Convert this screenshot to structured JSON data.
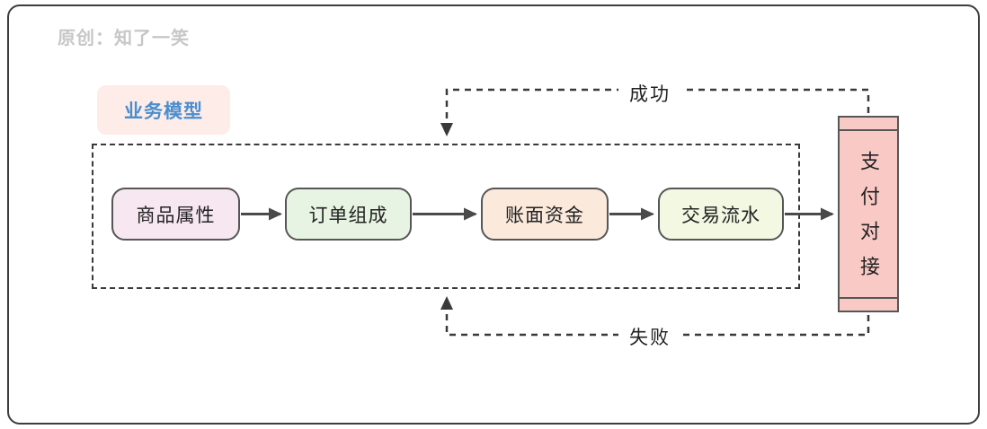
{
  "header": {
    "credit": "原创：知了一笑"
  },
  "badge": {
    "label": "业务模型",
    "text_color": "#4a8ed0",
    "bg_color": "#fdece7"
  },
  "diagram": {
    "nodes": [
      {
        "label": "商品属性",
        "bg": "#f6e7f0"
      },
      {
        "label": "订单组成",
        "bg": "#e8f4e3"
      },
      {
        "label": "账面资金",
        "bg": "#fbe9dc"
      },
      {
        "label": "交易流水",
        "bg": "#f3f8e2"
      }
    ],
    "payment_node": {
      "label": "支付对接",
      "bg": "#f8c9c5"
    },
    "edge_labels": {
      "success": "成功",
      "fail": "失败"
    },
    "colors": {
      "line": "#4a4a4a",
      "dashed_line": "#333333",
      "node_border": "#565656"
    }
  }
}
